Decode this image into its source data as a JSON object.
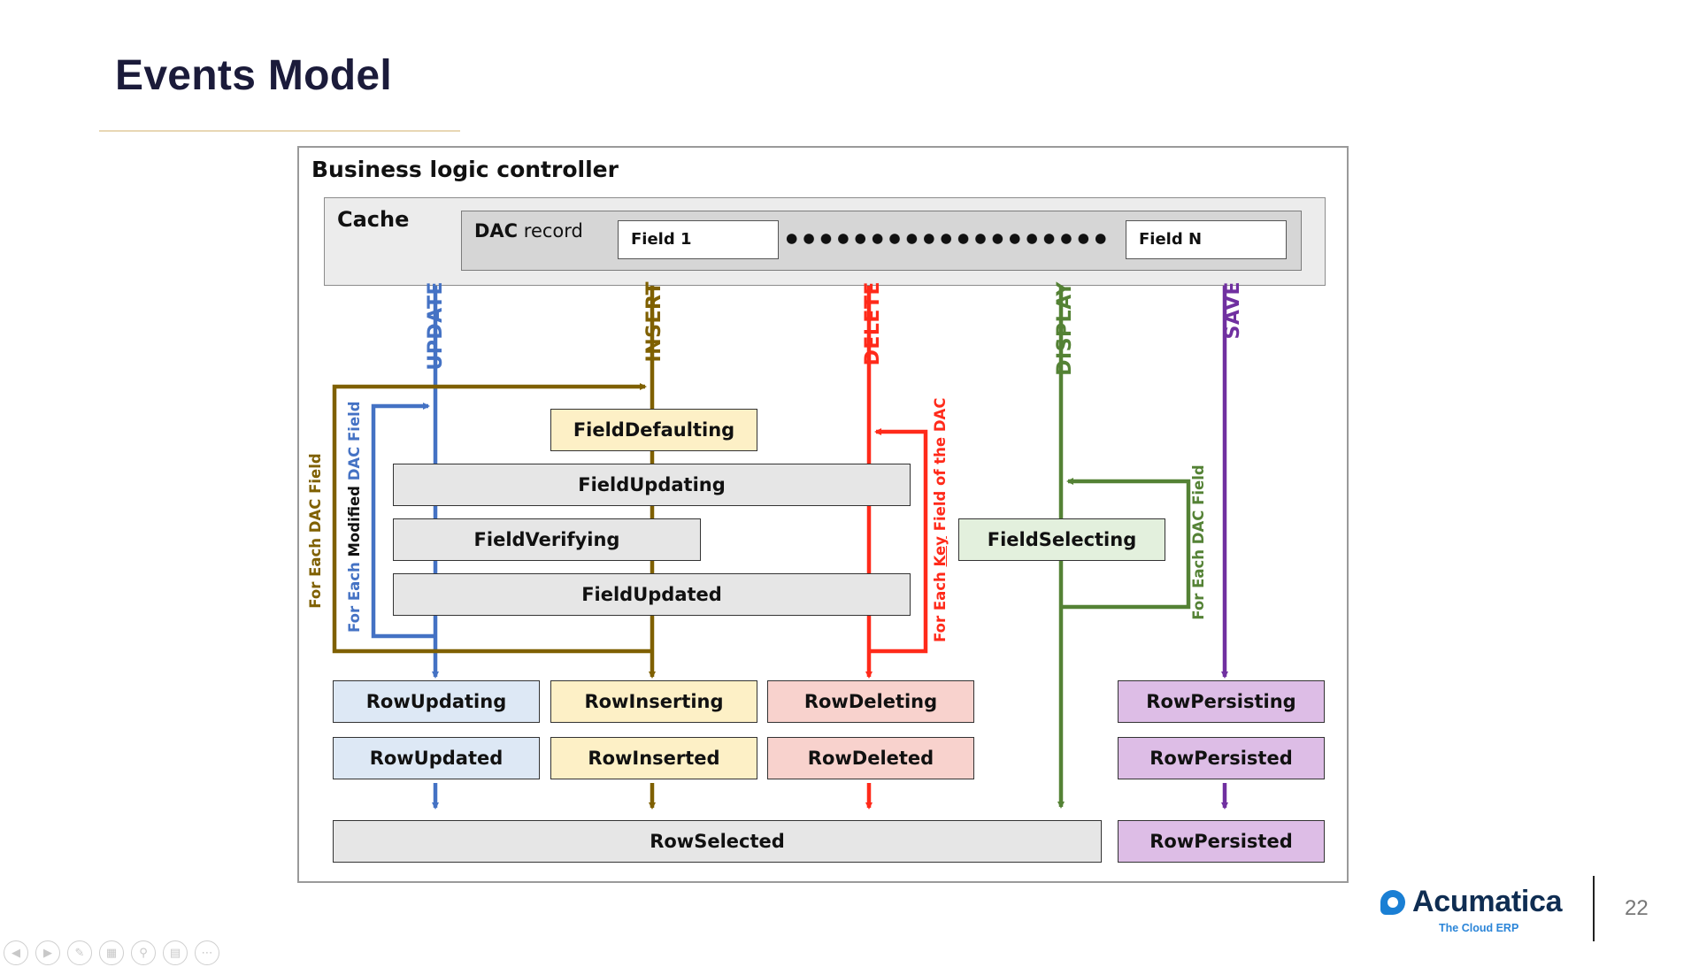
{
  "slide": {
    "title": "Events Model",
    "page_number": "22"
  },
  "diagram": {
    "controller_title": "Business logic controller",
    "cache_label": "Cache",
    "dac_record_bold": "DAC",
    "dac_record_rest": " record",
    "field_first": "Field 1",
    "field_last": "Field N",
    "flows": {
      "update": "UPDATE",
      "insert": "INSERT",
      "delete": "DELETE",
      "display": "DISPLAY",
      "save": "SAVE"
    },
    "loops": {
      "each_dac_field": "For Each DAC Field",
      "each_modified_pre": "For Each ",
      "each_modified_bold": "Modified",
      "each_modified_post": " DAC Field",
      "each_key_pre": "For Each ",
      "each_key_bold": "Key",
      "each_key_post": " Field of the DAC",
      "each_dac_field_display": "For Each DAC Field"
    },
    "events": {
      "field_defaulting": "FieldDefaulting",
      "field_updating": "FieldUpdating",
      "field_verifying": "FieldVerifying",
      "field_updated": "FieldUpdated",
      "field_selecting": "FieldSelecting",
      "row_updating": "RowUpdating",
      "row_updated": "RowUpdated",
      "row_inserting": "RowInserting",
      "row_inserted": "RowInserted",
      "row_deleting": "RowDeleting",
      "row_deleted": "RowDeleted",
      "row_persisting": "RowPersisting",
      "row_persisted": "RowPersisted",
      "row_persisted_final": "RowPersisted",
      "row_selected": "RowSelected"
    },
    "colors": {
      "update": "#4472c4",
      "insert": "#7f6000",
      "delete": "#ff2a1a",
      "display": "#548235",
      "save": "#7030a0"
    }
  },
  "logo": {
    "name": "Acumatica",
    "tagline": "The Cloud ERP"
  },
  "player_controls": [
    "previous-icon",
    "next-icon",
    "pen-icon",
    "slides-icon",
    "zoom-icon",
    "subtitles-icon",
    "more-icon"
  ]
}
